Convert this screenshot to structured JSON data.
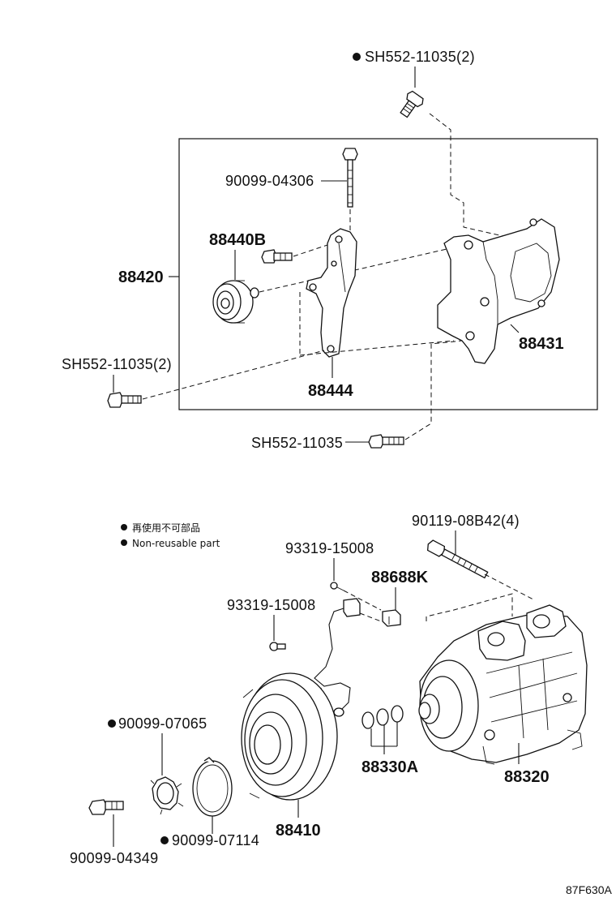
{
  "labels": {
    "sh552_top": "SH552-11035(2)",
    "bolt_04306": "90099-04306",
    "pulley_88440b": "88440B",
    "assy_88420": "88420",
    "bracket_88431": "88431",
    "sh552_left": "SH552-11035(2)",
    "bracket_88444": "88444",
    "sh552_bottom": "SH552-11035",
    "bolt_90119": "90119-08B42(4)",
    "screw_93319_a": "93319-15008",
    "clip_88688k": "88688K",
    "screw_93319_b": "93319-15008",
    "washer_07065": "90099-07065",
    "compressor_88320": "88320",
    "shim_88330a": "88330A",
    "clutch_88410": "88410",
    "bolt_04349": "90099-04349",
    "snapring_07114": "90099-07114",
    "diagram_code": "87F630A"
  },
  "legend": {
    "line_jp": "再使用不可部品",
    "line_en": "Non-reusable part"
  },
  "colors": {
    "ink": "#111111",
    "background": "#ffffff"
  }
}
